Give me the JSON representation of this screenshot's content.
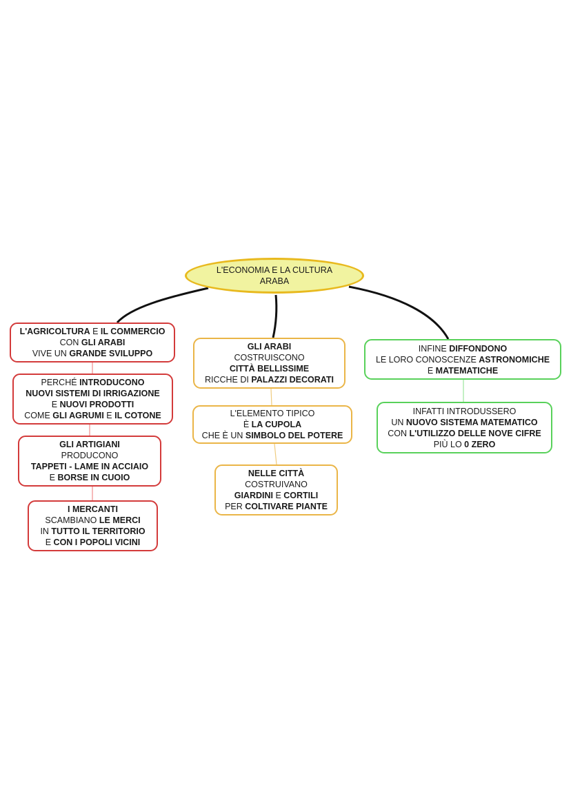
{
  "root": {
    "lines": [
      [
        {
          "t": "L'ECONOMIA E LA CULTURA",
          "b": false
        }
      ],
      [
        {
          "t": "ARABA",
          "b": false
        }
      ]
    ]
  },
  "left": [
    {
      "lines": [
        [
          {
            "t": "L'AGRICOLTURA",
            "b": true
          },
          {
            "t": " E ",
            "b": false
          },
          {
            "t": "IL COMMERCIO",
            "b": true
          }
        ],
        [
          {
            "t": "CON ",
            "b": false
          },
          {
            "t": "GLI ARABI",
            "b": true
          }
        ],
        [
          {
            "t": "VIVE UN ",
            "b": false
          },
          {
            "t": "GRANDE SVILUPPO",
            "b": true
          }
        ]
      ]
    },
    {
      "lines": [
        [
          {
            "t": "PERCHÉ ",
            "b": false
          },
          {
            "t": "INTRODUCONO",
            "b": true
          }
        ],
        [
          {
            "t": "NUOVI SISTEMI DI IRRIGAZIONE",
            "b": true
          }
        ],
        [
          {
            "t": "E ",
            "b": false
          },
          {
            "t": "NUOVI PRODOTTI",
            "b": true
          }
        ],
        [
          {
            "t": "COME ",
            "b": false
          },
          {
            "t": "GLI AGRUMI",
            "b": true
          },
          {
            "t": " E ",
            "b": false
          },
          {
            "t": "IL COTONE",
            "b": true
          }
        ]
      ]
    },
    {
      "lines": [
        [
          {
            "t": "GLI ARTIGIANI",
            "b": true
          }
        ],
        [
          {
            "t": "PRODUCONO",
            "b": false
          }
        ],
        [
          {
            "t": "TAPPETI -  LAME IN ACCIAIO",
            "b": true
          }
        ],
        [
          {
            "t": "E ",
            "b": false
          },
          {
            "t": "BORSE IN CUOIO",
            "b": true
          }
        ]
      ]
    },
    {
      "lines": [
        [
          {
            "t": "I MERCANTI",
            "b": true
          }
        ],
        [
          {
            "t": "SCAMBIANO ",
            "b": false
          },
          {
            "t": "LE MERCI",
            "b": true
          }
        ],
        [
          {
            "t": "IN ",
            "b": false
          },
          {
            "t": "TUTTO IL TERRITORIO",
            "b": true
          }
        ],
        [
          {
            "t": "E ",
            "b": false
          },
          {
            "t": "CON I POPOLI VICINI",
            "b": true
          }
        ]
      ]
    }
  ],
  "middle": [
    {
      "lines": [
        [
          {
            "t": "GLI ARABI",
            "b": true
          }
        ],
        [
          {
            "t": "COSTRUISCONO",
            "b": false
          }
        ],
        [
          {
            "t": "CITTÀ BELLISSIME",
            "b": true
          }
        ],
        [
          {
            "t": "RICCHE DI ",
            "b": false
          },
          {
            "t": "PALAZZI DECORATI",
            "b": true
          }
        ]
      ]
    },
    {
      "lines": [
        [
          {
            "t": "L'ELEMENTO TIPICO",
            "b": false
          }
        ],
        [
          {
            "t": "È ",
            "b": false
          },
          {
            "t": "LA CUPOLA",
            "b": true
          }
        ],
        [
          {
            "t": "CHE È UN ",
            "b": false
          },
          {
            "t": "SIMBOLO DEL POTERE",
            "b": true
          }
        ]
      ]
    },
    {
      "lines": [
        [
          {
            "t": "NELLE CITTÀ",
            "b": true
          }
        ],
        [
          {
            "t": "COSTRUIVANO",
            "b": false
          }
        ],
        [
          {
            "t": "GIARDINI",
            "b": true
          },
          {
            "t": " E ",
            "b": false
          },
          {
            "t": "CORTILI",
            "b": true
          }
        ],
        [
          {
            "t": "PER ",
            "b": false
          },
          {
            "t": "COLTIVARE PIANTE",
            "b": true
          }
        ]
      ]
    }
  ],
  "right": [
    {
      "lines": [
        [
          {
            "t": "INFINE ",
            "b": false
          },
          {
            "t": "DIFFONDONO",
            "b": true
          }
        ],
        [
          {
            "t": "LE LORO CONOSCENZE ",
            "b": false
          },
          {
            "t": "ASTRONOMICHE",
            "b": true
          }
        ],
        [
          {
            "t": "E ",
            "b": false
          },
          {
            "t": "MATEMATICHE",
            "b": true
          }
        ]
      ]
    },
    {
      "lines": [
        [
          {
            "t": "INFATTI INTRODUSSERO",
            "b": false
          }
        ],
        [
          {
            "t": "UN ",
            "b": false
          },
          {
            "t": "NUOVO SISTEMA MATEMATICO",
            "b": true
          }
        ],
        [
          {
            "t": "CON ",
            "b": false
          },
          {
            "t": "L'UTILIZZO DELLE NOVE CIFRE",
            "b": true
          }
        ],
        [
          {
            "t": "PIÙ LO  ",
            "b": false
          },
          {
            "t": "0 ZERO",
            "b": true
          }
        ]
      ]
    }
  ],
  "colors": {
    "left": "#d33a3a",
    "middle": "#eab547",
    "right": "#58d15a",
    "root_fill": "#f1f3a0",
    "root_border": "#e8b91e"
  }
}
